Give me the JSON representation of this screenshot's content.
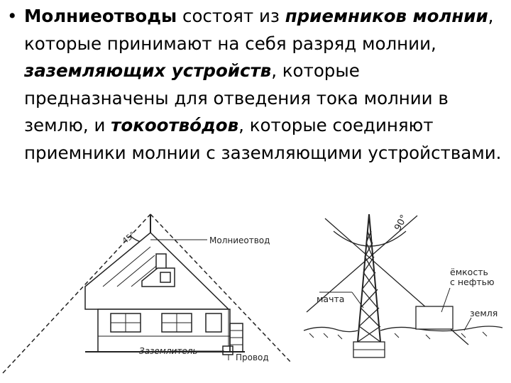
{
  "slide": {
    "bullet": "•",
    "paragraph": {
      "t1": "Молниеотводы",
      "t2": " состоят из ",
      "t3": "приемников молнии",
      "t4": ", которые принимают на себя разряд молнии, ",
      "t5": "заземляющих устройств",
      "t6": ", которые предназначены для отведения тока молнии в землю, и ",
      "t7": "токоотво́дов",
      "t8": ", которые соединяют приемники молнии с заземляющими устройствами."
    }
  },
  "house_figure": {
    "angle_label": "45°",
    "lightning_rod_label": "Молниеотвод",
    "grounding_label": "Заземлитель",
    "wire_label": "Провод"
  },
  "mast_figure": {
    "angle_label": "90°",
    "mast_label": "мачта",
    "tank_label_line1": "ёмкость",
    "tank_label_line2": "с нефтью",
    "ground_label": "земля"
  }
}
